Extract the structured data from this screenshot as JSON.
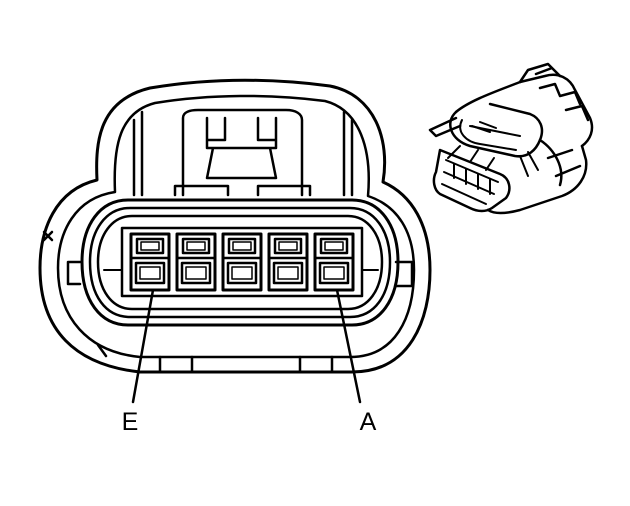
{
  "figure": {
    "kind": "connector end view",
    "cavity_count": 5,
    "pin_labels": {
      "left": "E",
      "right": "A"
    },
    "line_color": "#000000",
    "background": "#ffffff"
  }
}
